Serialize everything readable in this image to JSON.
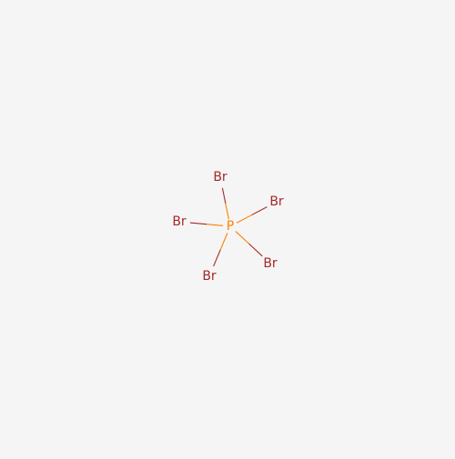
{
  "molecule": {
    "center_atom": {
      "id": "P",
      "label": "P",
      "color": "#ff8000"
    },
    "substituents": [
      {
        "id": "Br1",
        "label": "Br",
        "color": "#a62929"
      },
      {
        "id": "Br2",
        "label": "Br",
        "color": "#a62929"
      },
      {
        "id": "Br3",
        "label": "Br",
        "color": "#a62929"
      },
      {
        "id": "Br4",
        "label": "Br",
        "color": "#a62929"
      },
      {
        "id": "Br5",
        "label": "Br",
        "color": "#a62929"
      }
    ],
    "bonds": [
      {
        "from": "P",
        "to": "Br1",
        "order": 1
      },
      {
        "from": "P",
        "to": "Br2",
        "order": 1
      },
      {
        "from": "P",
        "to": "Br3",
        "order": 1
      },
      {
        "from": "P",
        "to": "Br4",
        "order": 1
      },
      {
        "from": "P",
        "to": "Br5",
        "order": 1
      }
    ]
  },
  "colors": {
    "background": "#f5f5f5",
    "phosphorus": "#ff8000",
    "bromine": "#a62929"
  }
}
